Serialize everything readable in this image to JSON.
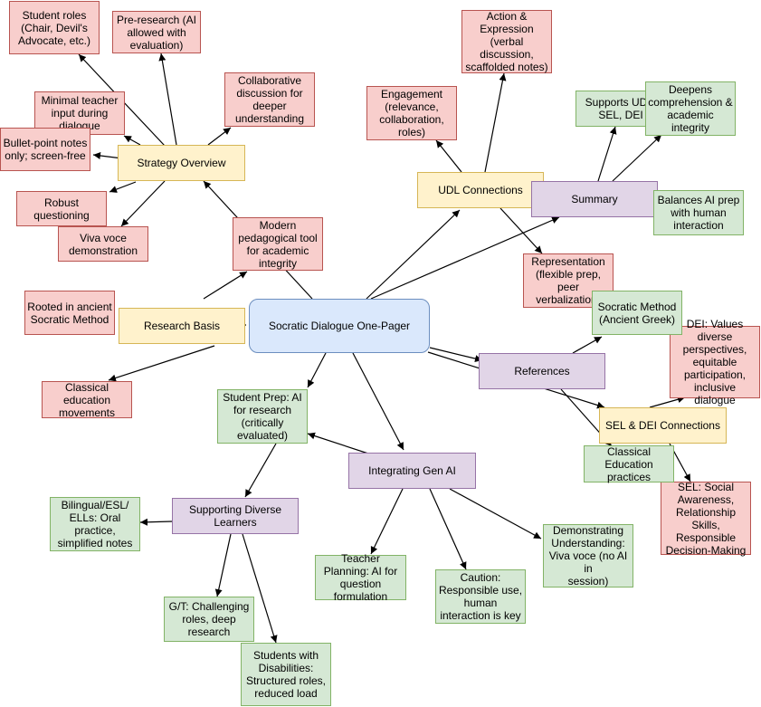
{
  "nodes": {
    "center": "Socratic Dialogue One-Pager",
    "strategy_overview": "Strategy Overview",
    "research_basis": "Research Basis",
    "udl_connections": "UDL Connections",
    "summary": "Summary",
    "references": "References",
    "sel_dei": "SEL & DEI Connections",
    "integrating_gen_ai": "Integrating Gen AI",
    "supporting_diverse": "Supporting Diverse\nLearners",
    "student_roles": "Student roles\n(Chair, Devil's\nAdvocate, etc.)",
    "pre_research": "Pre-research (AI\nallowed with\nevaluation)",
    "collaborative": "Collaborative\ndiscussion for\ndeeper\nunderstanding",
    "minimal_teacher": "Minimal teacher\ninput during\ndialogue",
    "bullet_notes": "Bullet-point notes\nonly; screen-free",
    "robust_questioning": "Robust\nquestioning",
    "viva_voce_demo": "Viva voce\ndemonstration",
    "modern_tool": "Modern\npedagogical tool\nfor academic\nintegrity",
    "rooted_ancient": "Rooted in ancient\nSocratic Method",
    "classical_movements": "Classical\neducation\nmovements",
    "action_expression": "Action &\nExpression\n(verbal\ndiscussion,\nscaffolded notes)",
    "engagement": "Engagement\n(relevance,\ncollaboration,\nroles)",
    "representation": "Representation\n(flexible prep,\npeer\nverbalization)",
    "supports_udl": "Supports UDL,\nSEL, DEI",
    "deepens": "Deepens\ncomprehension &\nacademic\nintegrity",
    "balances_ai": "Balances AI prep\nwith human\ninteraction",
    "socratic_method_ref": "Socratic Method\n(Ancient Greek)",
    "dei_values": "DEI: Values\ndiverse\nperspectives,\nequitable\nparticipation,\ninclusive\ndialogue",
    "classical_practices": "Classical\nEducation\npractices",
    "sel_skills": "SEL: Social\nAwareness,\nRelationship\nSkills,\nResponsible\nDecision-Making",
    "student_prep_ai": "Student Prep: AI\nfor research\n(critically\nevaluated)",
    "teacher_planning": "Teacher\nPlanning: AI for\nquestion\nformulation",
    "caution": "Caution:\nResponsible use,\nhuman\ninteraction is key",
    "demonstrating": "Demonstrating\nUnderstanding:\nViva voce (no AI in\nsession)",
    "bilingual": "Bilingual/ESL/\nELLs: Oral\npractice,\nsimplified notes",
    "gt": "G/T: Challenging\nroles, deep\nresearch",
    "disabilities": "Students with\nDisabilities:\nStructured roles,\nreduced load"
  },
  "colors": {
    "red_fill": "#f8cecc",
    "yellow_fill": "#fff2cc",
    "green_fill": "#d5e8d4",
    "purple_fill": "#e1d5e7",
    "blue_fill": "#dae8fc",
    "edge": "#000000"
  }
}
